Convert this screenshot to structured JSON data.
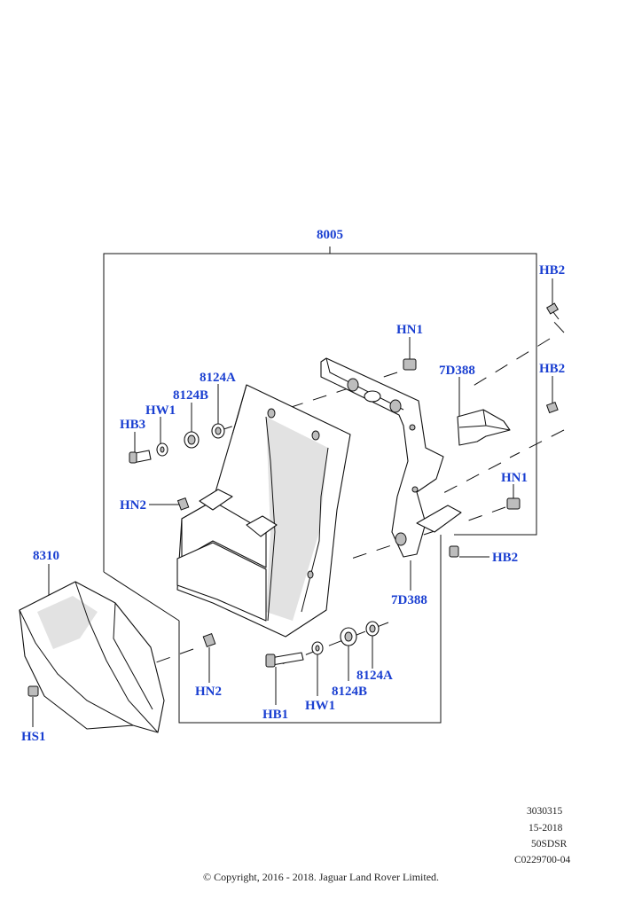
{
  "diagram": {
    "callouts": {
      "c8005": "8005",
      "hb2_a": "HB2",
      "hn1_a": "HN1",
      "c7d388_a": "7D388",
      "hb2_b": "HB2",
      "c8124a_a": "8124A",
      "c8124b_a": "8124B",
      "hw1_a": "HW1",
      "hb3": "HB3",
      "hn1_b": "HN1",
      "hn2_a": "HN2",
      "hb2_c": "HB2",
      "c8310": "8310",
      "c7d388_b": "7D388",
      "c8124a_b": "8124A",
      "hn2_b": "HN2",
      "hb1": "HB1",
      "hw1_b": "HW1",
      "c8124b_b": "8124B",
      "hs1": "HS1"
    },
    "codes": {
      "line1": "3030315",
      "line2": "15-2018",
      "line3": "50SDSR",
      "line4": "C0229700-04"
    },
    "copyright": "© Copyright, 2016 - 2018. Jaguar Land Rover Limited."
  }
}
